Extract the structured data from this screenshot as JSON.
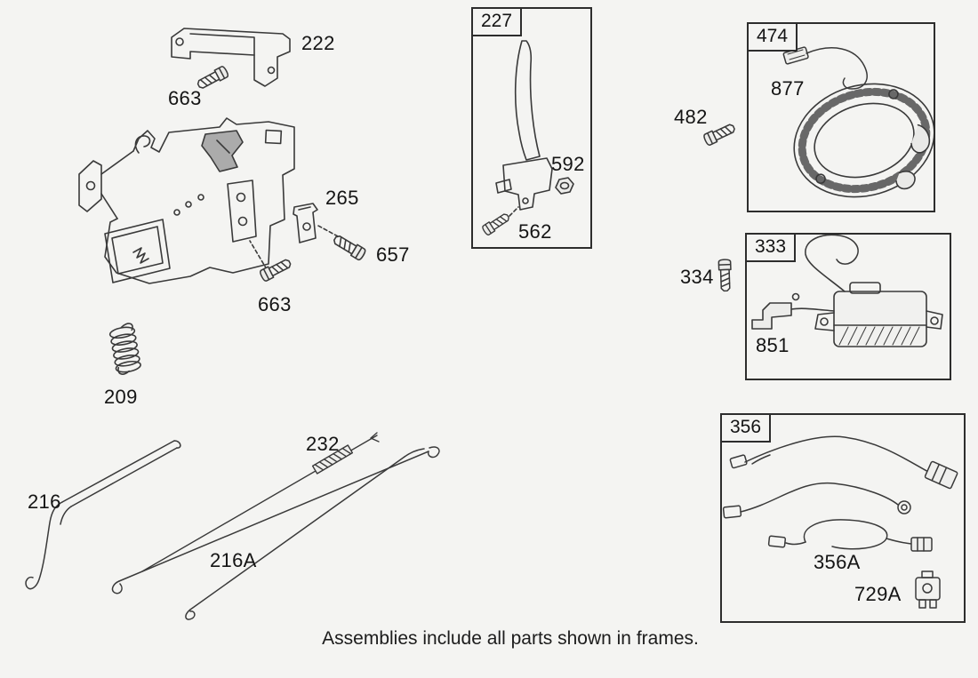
{
  "caption": "Assemblies include all parts shown in frames.",
  "frames": [
    {
      "id": "227",
      "label": "227"
    },
    {
      "id": "474",
      "label": "474"
    },
    {
      "id": "333",
      "label": "333"
    },
    {
      "id": "356",
      "label": "356"
    }
  ],
  "part_labels": [
    {
      "part": "222",
      "text": "222"
    },
    {
      "part": "663-top",
      "text": "663"
    },
    {
      "part": "265",
      "text": "265"
    },
    {
      "part": "657",
      "text": "657"
    },
    {
      "part": "663-bottom",
      "text": "663"
    },
    {
      "part": "209",
      "text": "209"
    },
    {
      "part": "232",
      "text": "232"
    },
    {
      "part": "216",
      "text": "216"
    },
    {
      "part": "216A",
      "text": "216A"
    },
    {
      "part": "592",
      "text": "592"
    },
    {
      "part": "562",
      "text": "562"
    },
    {
      "part": "877",
      "text": "877"
    },
    {
      "part": "482",
      "text": "482"
    },
    {
      "part": "334",
      "text": "334"
    },
    {
      "part": "851",
      "text": "851"
    },
    {
      "part": "356A",
      "text": "356A"
    },
    {
      "part": "729A",
      "text": "729A"
    }
  ],
  "colors": {
    "background": "#f4f4f2",
    "line": "#3a3a3a",
    "text": "#141414"
  }
}
